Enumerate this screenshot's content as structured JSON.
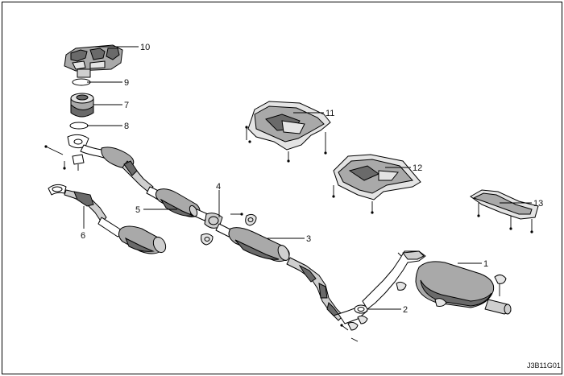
{
  "diagram": {
    "code": "J3B11G01",
    "callouts": [
      {
        "id": "c1",
        "label": "1"
      },
      {
        "id": "c2",
        "label": "2"
      },
      {
        "id": "c3",
        "label": "3"
      },
      {
        "id": "c4",
        "label": "4"
      },
      {
        "id": "c5",
        "label": "5"
      },
      {
        "id": "c6",
        "label": "6"
      },
      {
        "id": "c7",
        "label": "7"
      },
      {
        "id": "c8",
        "label": "8"
      },
      {
        "id": "c9",
        "label": "9"
      },
      {
        "id": "c10",
        "label": "10"
      },
      {
        "id": "c11",
        "label": "11"
      },
      {
        "id": "c12",
        "label": "12"
      },
      {
        "id": "c13",
        "label": "13"
      }
    ]
  }
}
